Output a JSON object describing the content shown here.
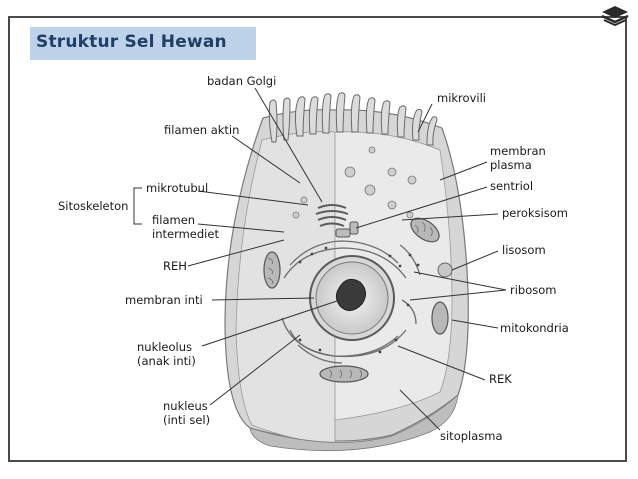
{
  "title": "Struktur Sel Hewan",
  "icons": {
    "corner": "stack-logo-icon"
  },
  "colors": {
    "title_bg": "#bed3ea",
    "title_text": "#1f3f66",
    "frame": "#4a4a4a"
  },
  "labels": {
    "badan_golgi": "badan Golgi",
    "mikrovili": "mikrovili",
    "filamen_aktin": "filamen aktin",
    "membran_plasma_1": "membran",
    "membran_plasma_2": "plasma",
    "mikrotubul": "mikrotubul",
    "sitoskeleton": "Sitoskeleton",
    "sentriol": "sentriol",
    "filamen_intermediet_1": "filamen",
    "filamen_intermediet_2": "intermediet",
    "peroksisom": "peroksisom",
    "lisosom": "lisosom",
    "reh": "REH",
    "ribosom": "ribosom",
    "membran_inti": "membran inti",
    "mitokondria": "mitokondria",
    "nukleolus_1": "nukleolus",
    "nukleolus_2": "(anak inti)",
    "rek": "REK",
    "nukleus_1": "nukleus",
    "nukleus_2": "(inti sel)",
    "sitoplasma": "sitoplasma"
  }
}
